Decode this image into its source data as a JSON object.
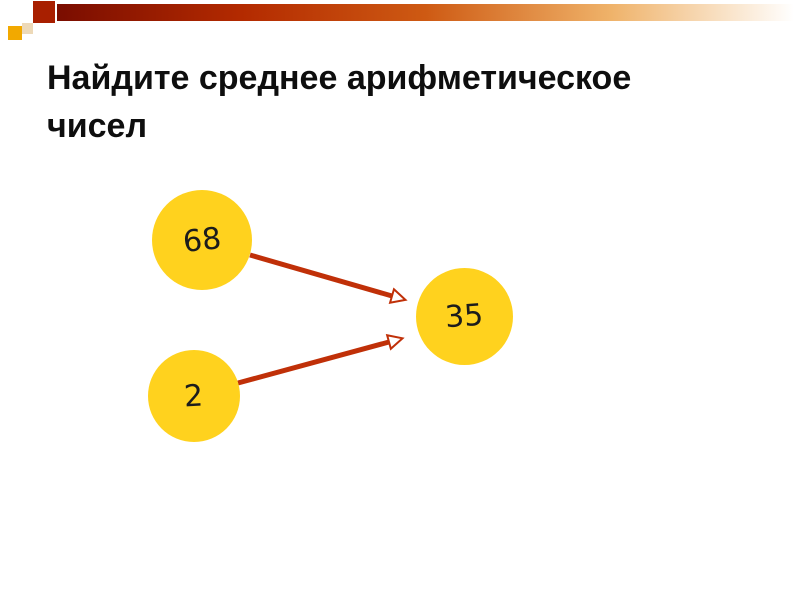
{
  "slide": {
    "title": "Найдите среднее арифметическое чисел"
  },
  "diagram": {
    "nodes": [
      {
        "id": "addend-1",
        "label": "68"
      },
      {
        "id": "addend-2",
        "label": "2"
      },
      {
        "id": "mean",
        "label": "35"
      }
    ],
    "edges": [
      {
        "from": "68",
        "to": "35"
      },
      {
        "from": "2",
        "to": "35"
      }
    ],
    "colors": {
      "node_fill": "#FFD21E",
      "node_text": "#1c1c1c",
      "arrow": "#C03008"
    }
  },
  "decor": {
    "bar_gradient": [
      "#7A0D00",
      "#B32A00",
      "#CE5A13",
      "#EFB269",
      "#FFFFFF"
    ],
    "square_colors": [
      "#A81F00",
      "#F2A900",
      "#EDD9B8"
    ]
  }
}
